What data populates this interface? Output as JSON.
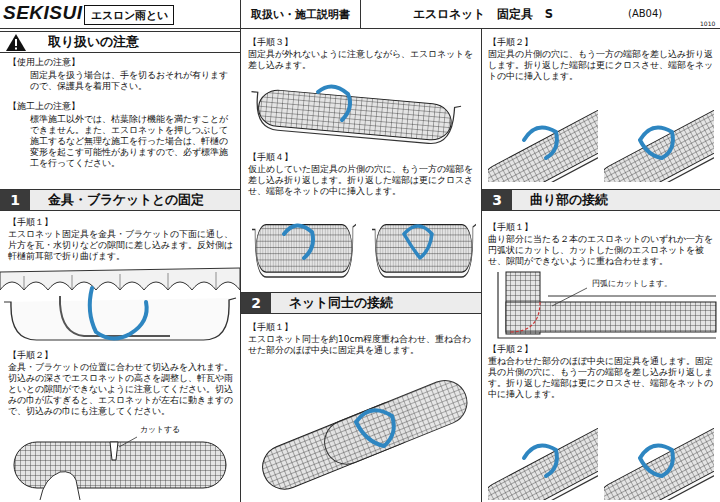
{
  "diagram": {
    "nodes": [
      {
        "text": [
          "エスロン雨とい"
        ]
      },
      {
        "text": [
          "取扱い・施工説明書"
        ]
      },
      {
        "text": [
          "エスロネット　固定具　S"
        ]
      },
      {
        "text": [
          "取り扱いの注意"
        ]
      },
      {
        "text": [
          "1",
          "金具・ブラケットとの固定"
        ]
      },
      {
        "text": [
          "2",
          "ネット同士の接続"
        ]
      },
      {
        "text": [
          "3",
          "曲り部の接続"
        ]
      }
    ],
    "labels": [
      "SEKISUI",
      "(AB04)",
      "1010",
      "【使用上の注意】",
      "固定具を扱う場合は、手を切るおそれが有りますので、保護具を着用下さい。",
      "【施工上の注意】",
      "標準施工以外では、枯葉除け機能を満たすことができません。また、エスロネットを押しつぶして施工するなど無理な施工を行った場合は、軒樋の変形を起こす可能性がありますので、必ず標準施工を行ってください。",
      "【手順１】",
      "エスロネット固定具を金具・ブラケットの下面に通し、片方を瓦・水切りなどの隙間に差し込みます。反対側は軒樋前耳部で折り曲げます。",
      "【手順２】",
      "金具・ブラケットの位置に合わせて切込みを入れます。切込みの深さでエスロネットの高さを調整し、軒瓦や雨といとの隙間ができないように注意してください。切込みの巾が広すぎると、エスロネットが左右に動きますので、切込みの巾にも注意してください。",
      "カットする",
      "【手順３】",
      "固定具が外れないように注意しながら、エスロネットを差し込みます。",
      "【手順４】",
      "仮止めしていた固定具の片側の穴に、もう一方の端部を差し込み折り返します。折り返した端部は更にクロスさせ、端部をネットの中に挿入します。",
      "【手順１】",
      "エスロネット同士を約10cm程度重ね合わせ、重ね合わせた部分のほぼ中央に固定具を通します。",
      "【手順２】",
      "固定具の片側の穴に、もう一方の端部を差し込み折り返します。折り返した端部は更にクロスさせ、端部をネットの中に挿入します。",
      "【手順１】",
      "曲り部分に当たる２本のエスロネットのいずれか一方を円弧状にカットし、カットした側のエスロネットを被せ、隙間ができないように重ね合わせます。",
      "円弧にカットします。",
      "【手順２】",
      "重ね合わせた部分のほぼ中央に固定具を通します。固定具の片側の穴に、もう一方の端部を差し込み折り返します。折り返した端部は更にクロスさせ、端部をネットの中に挿入します。"
    ]
  }
}
